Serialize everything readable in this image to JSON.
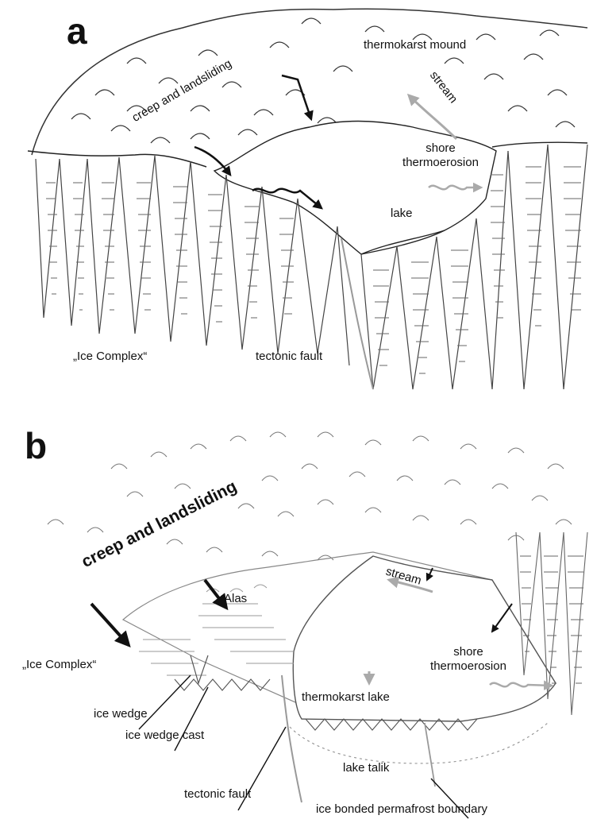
{
  "panel_a": {
    "letter": "a",
    "labels": {
      "thermokarst_mound": "thermokarst mound",
      "stream": "stream",
      "creep": "creep and landsliding",
      "shore_erosion_line1": "shore",
      "shore_erosion_line2": "thermoerosion",
      "lake": "lake",
      "ice_complex": "„Ice Complex“",
      "tectonic_fault": "tectonic fault"
    }
  },
  "panel_b": {
    "letter": "b",
    "labels": {
      "creep": "creep and landsliding",
      "stream": "stream",
      "alas": "Alas",
      "shore_erosion_line1": "shore",
      "shore_erosion_line2": "thermoerosion",
      "ice_complex": "„Ice Complex“",
      "thermokarst_lake": "thermokarst lake",
      "ice_wedge": "ice wedge",
      "ice_wedge_cast": "ice wedge cast",
      "lake_talik": "lake talik",
      "tectonic_fault": "tectonic fault",
      "permafrost_boundary": "ice bonded permafrost boundary"
    }
  },
  "colors": {
    "ink": "#111111",
    "hatch": "#555555",
    "grey_arrow": "#aaaaaa",
    "background": "#ffffff"
  }
}
